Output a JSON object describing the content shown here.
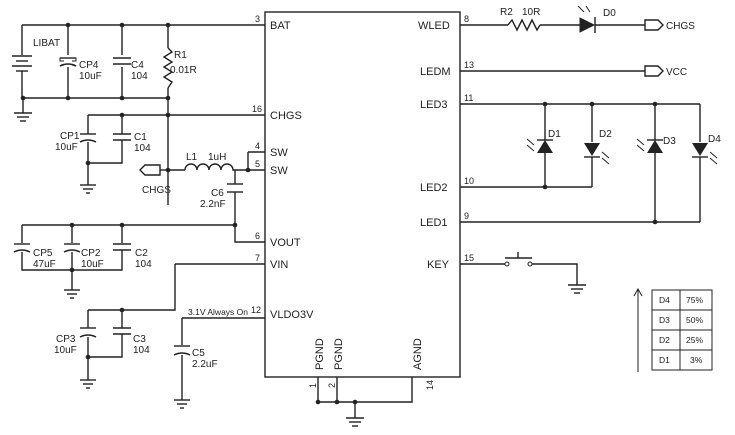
{
  "ic_pins": {
    "bat": {
      "name": "BAT",
      "num": "3"
    },
    "chgs": {
      "name": "CHGS",
      "num": "16"
    },
    "sw4": {
      "name": "SW",
      "num": "4"
    },
    "sw5": {
      "name": "SW",
      "num": "5"
    },
    "vout": {
      "name": "VOUT",
      "num": "6"
    },
    "vin": {
      "name": "VIN",
      "num": "7"
    },
    "vldo": {
      "name": "VLDO3V",
      "num": "12"
    },
    "pgnd1": {
      "name": "PGND",
      "num": "1"
    },
    "pgnd2": {
      "name": "PGND",
      "num": "2"
    },
    "agnd": {
      "name": "AGND",
      "num": "14"
    },
    "wled": {
      "name": "WLED",
      "num": "8"
    },
    "ledm": {
      "name": "LEDM",
      "num": "13"
    },
    "led3": {
      "name": "LED3",
      "num": "11"
    },
    "led2": {
      "name": "LED2",
      "num": "10"
    },
    "led1": {
      "name": "LED1",
      "num": "9"
    },
    "key": {
      "name": "KEY",
      "num": "15"
    }
  },
  "components": {
    "libat": "LIBAT",
    "cp4": {
      "ref": "CP4",
      "val": "10uF"
    },
    "c4": {
      "ref": "C4",
      "val": "104"
    },
    "r1": {
      "ref": "R1",
      "val": "0.01R"
    },
    "cp1": {
      "ref": "CP1",
      "val": "10uF"
    },
    "c1": {
      "ref": "C1",
      "val": "104"
    },
    "l1": {
      "ref": "L1",
      "val": "1uH"
    },
    "c6": {
      "ref": "C6",
      "val": "2.2nF"
    },
    "cp5": {
      "ref": "CP5",
      "val": "47uF"
    },
    "cp2": {
      "ref": "CP2",
      "val": "10uF"
    },
    "c2": {
      "ref": "C2",
      "val": "104"
    },
    "cp3": {
      "ref": "CP3",
      "val": "10uF"
    },
    "c3": {
      "ref": "C3",
      "val": "104"
    },
    "c5": {
      "ref": "C5",
      "val": "2.2uF"
    },
    "r2": {
      "ref": "R2",
      "val": "10R"
    },
    "d0": "D0",
    "d1": "D1",
    "d2": "D2",
    "d3": "D3",
    "d4": "D4"
  },
  "nets": {
    "chgs_port_left": "CHGS",
    "chgs_port_right": "CHGS",
    "vcc_port": "VCC",
    "vldo_note": "3.1V Always On"
  },
  "level_table": [
    {
      "led": "D4",
      "pct": "75%"
    },
    {
      "led": "D3",
      "pct": "50%"
    },
    {
      "led": "D2",
      "pct": "25%"
    },
    {
      "led": "D1",
      "pct": "3%"
    }
  ]
}
